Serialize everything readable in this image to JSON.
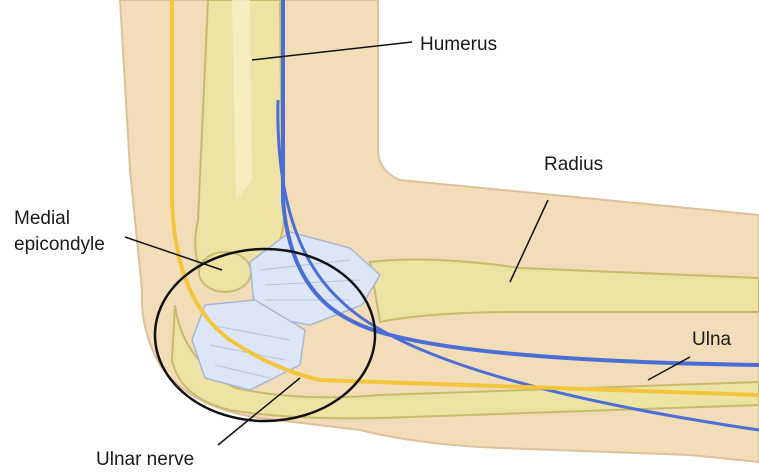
{
  "labels": {
    "humerus": "Humerus",
    "radius": "Radius",
    "medial_line1": "Medial",
    "medial_line2": "epicondyle",
    "ulna": "Ulna",
    "ulnar_nerve": "Ulnar nerve"
  },
  "colors": {
    "skin": "#f3dcb8",
    "skin_edge": "#dcc19a",
    "bone": "#ece3a4",
    "bone_edge": "#c9bb6e",
    "nerve": "#f2c63c",
    "vessel": "#4a6ed6",
    "ligament": "#dde6f7",
    "circle": "#111111"
  }
}
